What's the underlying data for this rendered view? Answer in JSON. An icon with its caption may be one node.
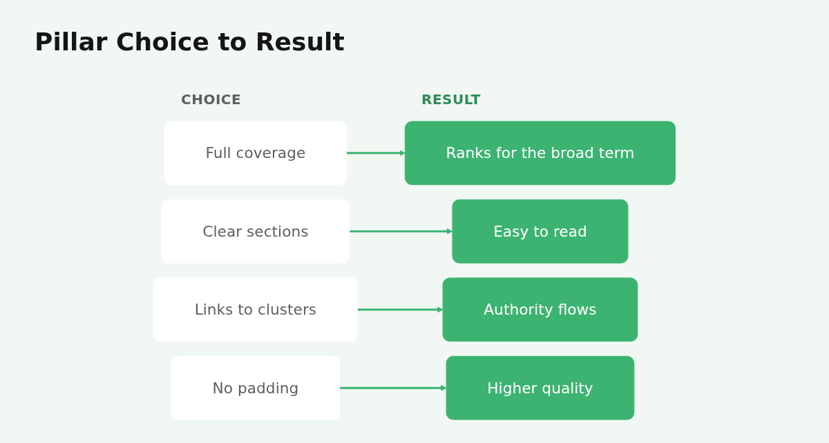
{
  "diagram": {
    "title": "Pillar Choice to Result",
    "nodes": [
      {
        "text": [
          "Full coverage"
        ]
      },
      {
        "text": [
          "Ranks for the broad term"
        ]
      },
      {
        "text": [
          "Clear sections"
        ]
      },
      {
        "text": [
          "Easy to read"
        ]
      },
      {
        "text": [
          "Links to clusters"
        ]
      },
      {
        "text": [
          "Authority flows"
        ]
      },
      {
        "text": [
          "No padding"
        ]
      },
      {
        "text": [
          "Higher quality"
        ]
      }
    ],
    "edges": [
      {
        "from": 0,
        "to": 1,
        "arrow": "to"
      },
      {
        "from": 2,
        "to": 3,
        "arrow": "to"
      },
      {
        "from": 4,
        "to": 5,
        "arrow": "to"
      },
      {
        "from": 6,
        "to": 7,
        "arrow": "to"
      }
    ],
    "labels": [
      "CHOICE",
      "RESULT"
    ]
  }
}
